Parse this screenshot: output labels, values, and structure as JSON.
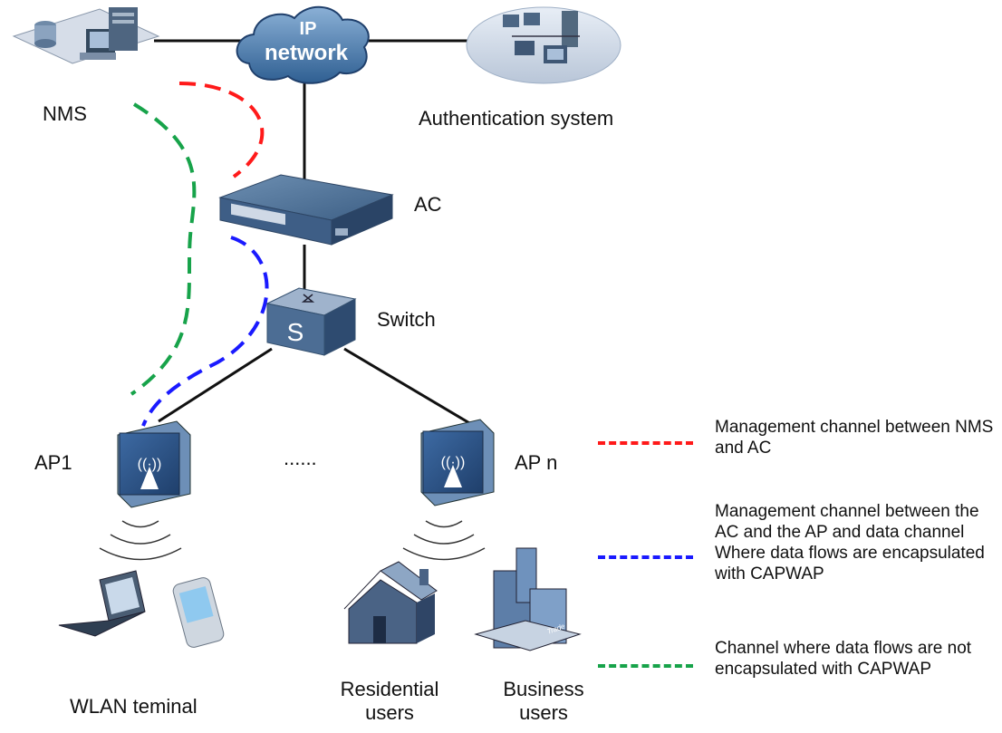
{
  "cloud": {
    "line1": "IP",
    "line2": "network"
  },
  "labels": {
    "nms": "NMS",
    "auth": "Authentication system",
    "ac": "AC",
    "switch": "Switch",
    "switch_glyph": "S",
    "ap1": "AP1",
    "apn": "AP n",
    "ellipsis": "......",
    "wlan": "WLAN teminal",
    "residential": "Residential\nusers",
    "business": "Business\nusers",
    "trade": "Trade Center"
  },
  "legend": [
    {
      "color": "#ff1a1a",
      "text": "Management channel between NMS and AC"
    },
    {
      "color": "#1a1aff",
      "text": "Management channel between the AC and the AP and data channel Where data flows are encapsulated with CAPWAP"
    },
    {
      "color": "#17a34a",
      "text": "Channel where data flows are not encapsulated with CAPWAP"
    }
  ],
  "icons": [
    "nms-server-icon",
    "ip-cloud-icon",
    "auth-system-icon",
    "ac-device-icon",
    "switch-icon",
    "ap-icon",
    "laptop-icon",
    "phone-icon",
    "house-icon",
    "buildings-icon"
  ]
}
